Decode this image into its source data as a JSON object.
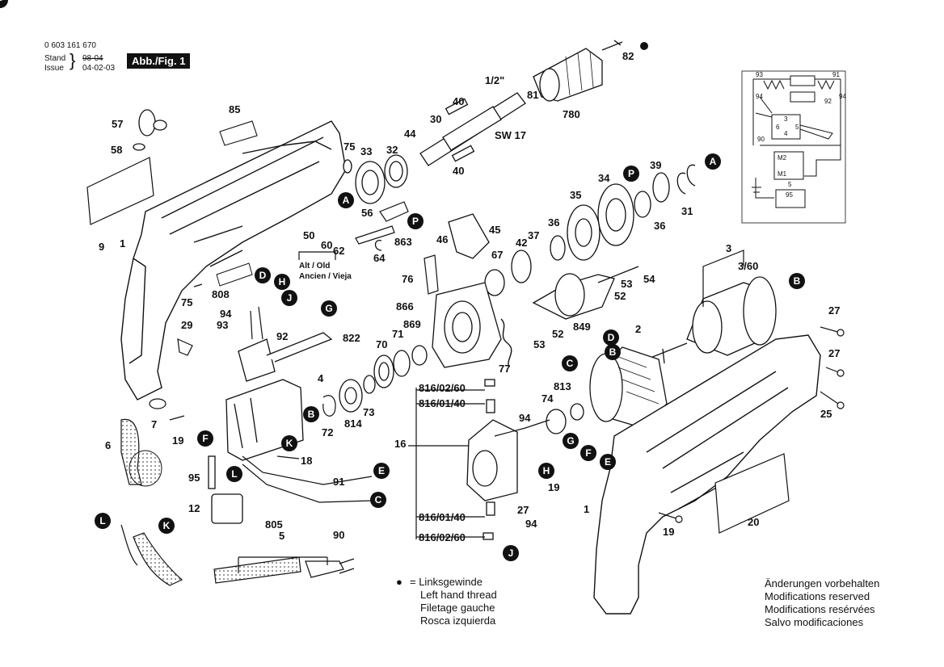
{
  "header": {
    "part_number": "0 603 161 670",
    "stand_label": "Stand",
    "issue_label": "Issue",
    "old_date": "98-04",
    "date": "04-02-03",
    "figure_label": "Abb./Fig. 1"
  },
  "old_note": {
    "line1": "Alt / Old",
    "line2": "Ancien / Vieja"
  },
  "legend": {
    "symbol": "●",
    "lines": [
      "= Linksgewinde",
      "Left hand thread",
      "Filetage gauche",
      "Rosca izquierda"
    ]
  },
  "notice": {
    "lines": [
      "Änderungen vorbehalten",
      "Modifications reserved",
      "Modifications resérvées",
      "Salvo modificaciones"
    ]
  },
  "schematic_labels": [
    "93",
    "91",
    "94",
    "92",
    "94",
    "3",
    "6",
    "5",
    "4",
    "90",
    "M2",
    "M1",
    "5",
    "95"
  ],
  "part_labels": [
    "82",
    "1/2\"",
    "81",
    "780",
    "40",
    "44",
    "30",
    "SW 17",
    "32",
    "40",
    "85",
    "75",
    "33",
    "57",
    "58",
    "9",
    "1",
    "56",
    "64",
    "863",
    "50",
    "60",
    "62",
    "39",
    "34",
    "31",
    "35",
    "36",
    "36",
    "45",
    "46",
    "42",
    "37",
    "67",
    "76",
    "866",
    "808",
    "75",
    "94",
    "93",
    "92",
    "29",
    "822",
    "869",
    "71",
    "70",
    "4",
    "73",
    "7",
    "19",
    "814",
    "72",
    "6",
    "18",
    "95",
    "12",
    "91",
    "90",
    "805",
    "5",
    "16",
    "816/02/60",
    "816/01/40",
    "816/01/40",
    "816/02/60",
    "94",
    "94",
    "19",
    "27",
    "74",
    "813",
    "2",
    "849",
    "52",
    "53",
    "54",
    "52",
    "53",
    "77",
    "3",
    "3/60",
    "27",
    "27",
    "25",
    "1",
    "20",
    "19"
  ],
  "callout_letters": [
    "A",
    "A",
    "B",
    "B",
    "B",
    "C",
    "C",
    "D",
    "D",
    "E",
    "E",
    "F",
    "F",
    "G",
    "G",
    "H",
    "H",
    "J",
    "J",
    "K",
    "K",
    "L",
    "L",
    "P",
    "P",
    "P"
  ],
  "colors": {
    "ink": "#111111",
    "paper": "#ffffff",
    "dots": "#555555"
  }
}
